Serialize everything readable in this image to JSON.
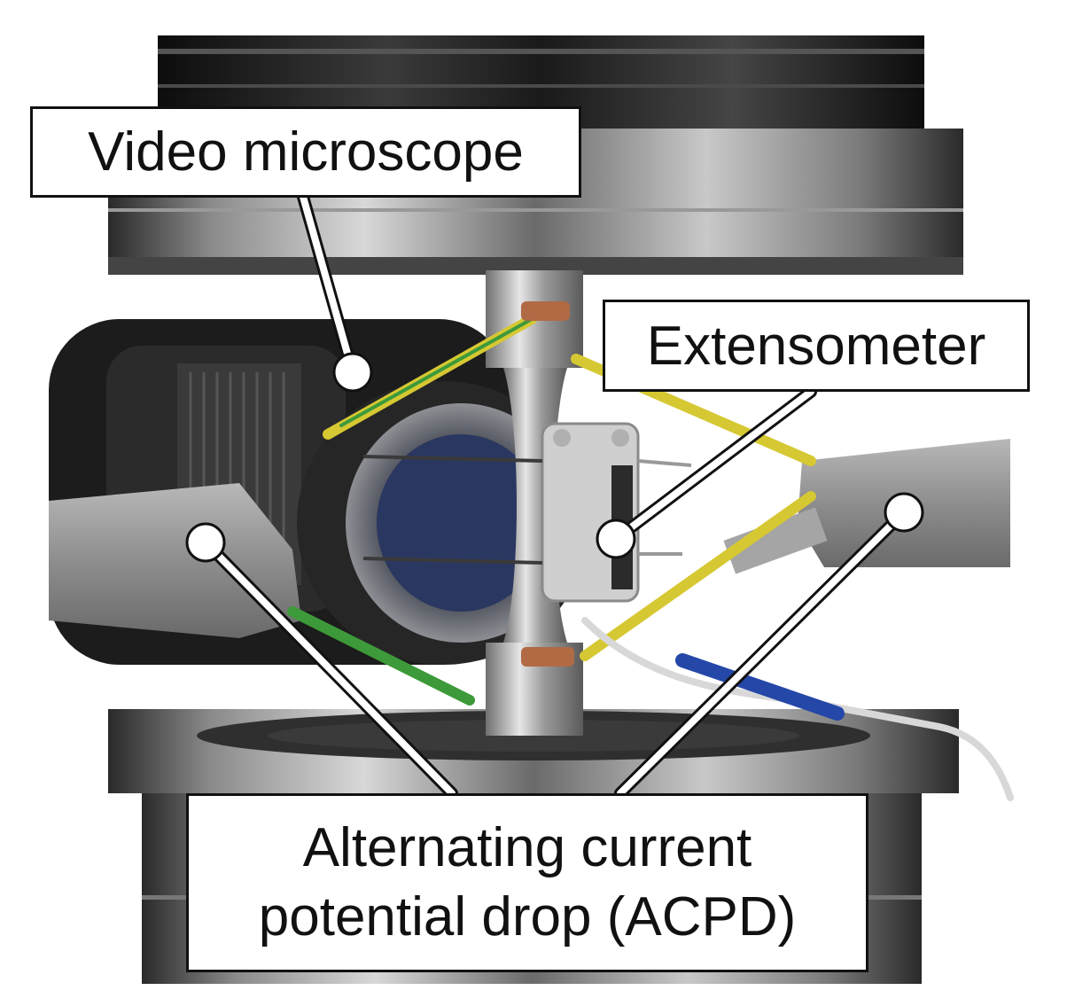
{
  "labels": {
    "video_microscope": "Video microscope",
    "extensometer": "Extensometer",
    "acpd_line1": "Alternating current",
    "acpd_line2": "potential drop (ACPD)"
  },
  "colors": {
    "steel_dark": "#1a1a1a",
    "steel_light": "#d9d9d9",
    "wire_yellow": "#d6c832",
    "wire_green": "#3d9a3a",
    "tape_grey": "#9a9a9a",
    "label_border": "#111111"
  }
}
